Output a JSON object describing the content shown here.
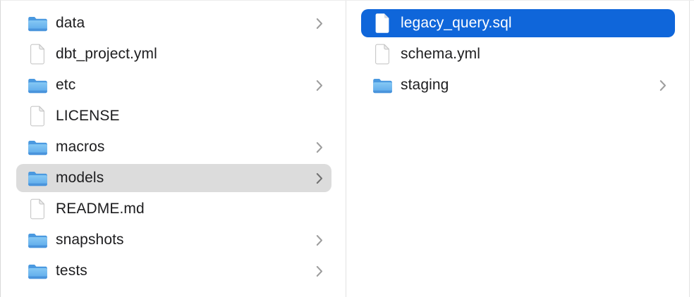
{
  "view": {
    "type": "finder-column-view",
    "selected_folder": "models",
    "selected_file": "legacy_query.sql"
  },
  "columns": [
    {
      "id": "left",
      "items": [
        {
          "label": "data",
          "type": "folder",
          "chevron": true,
          "selected": "none"
        },
        {
          "label": "dbt_project.yml",
          "type": "file",
          "chevron": false,
          "selected": "none"
        },
        {
          "label": "etc",
          "type": "folder",
          "chevron": true,
          "selected": "none"
        },
        {
          "label": "LICENSE",
          "type": "file",
          "chevron": false,
          "selected": "none"
        },
        {
          "label": "macros",
          "type": "folder",
          "chevron": true,
          "selected": "none"
        },
        {
          "label": "models",
          "type": "folder",
          "chevron": true,
          "selected": "secondary"
        },
        {
          "label": "README.md",
          "type": "file",
          "chevron": false,
          "selected": "none"
        },
        {
          "label": "snapshots",
          "type": "folder",
          "chevron": true,
          "selected": "none"
        },
        {
          "label": "tests",
          "type": "folder",
          "chevron": true,
          "selected": "none"
        }
      ]
    },
    {
      "id": "right",
      "items": [
        {
          "label": "legacy_query.sql",
          "type": "file",
          "chevron": false,
          "selected": "primary"
        },
        {
          "label": "schema.yml",
          "type": "file",
          "chevron": false,
          "selected": "none"
        },
        {
          "label": "staging",
          "type": "folder",
          "chevron": true,
          "selected": "none"
        }
      ]
    }
  ],
  "colors": {
    "selection_primary": "#0f66da",
    "selection_secondary": "#dcdcdc",
    "text": "#1d1d1f",
    "text_selected": "#ffffff",
    "chevron": "#9d9d9d",
    "chevron_selected_row": "#707070",
    "divider": "#e2e2e2",
    "folder_blue": "#5aa8ea",
    "background": "#ffffff"
  }
}
